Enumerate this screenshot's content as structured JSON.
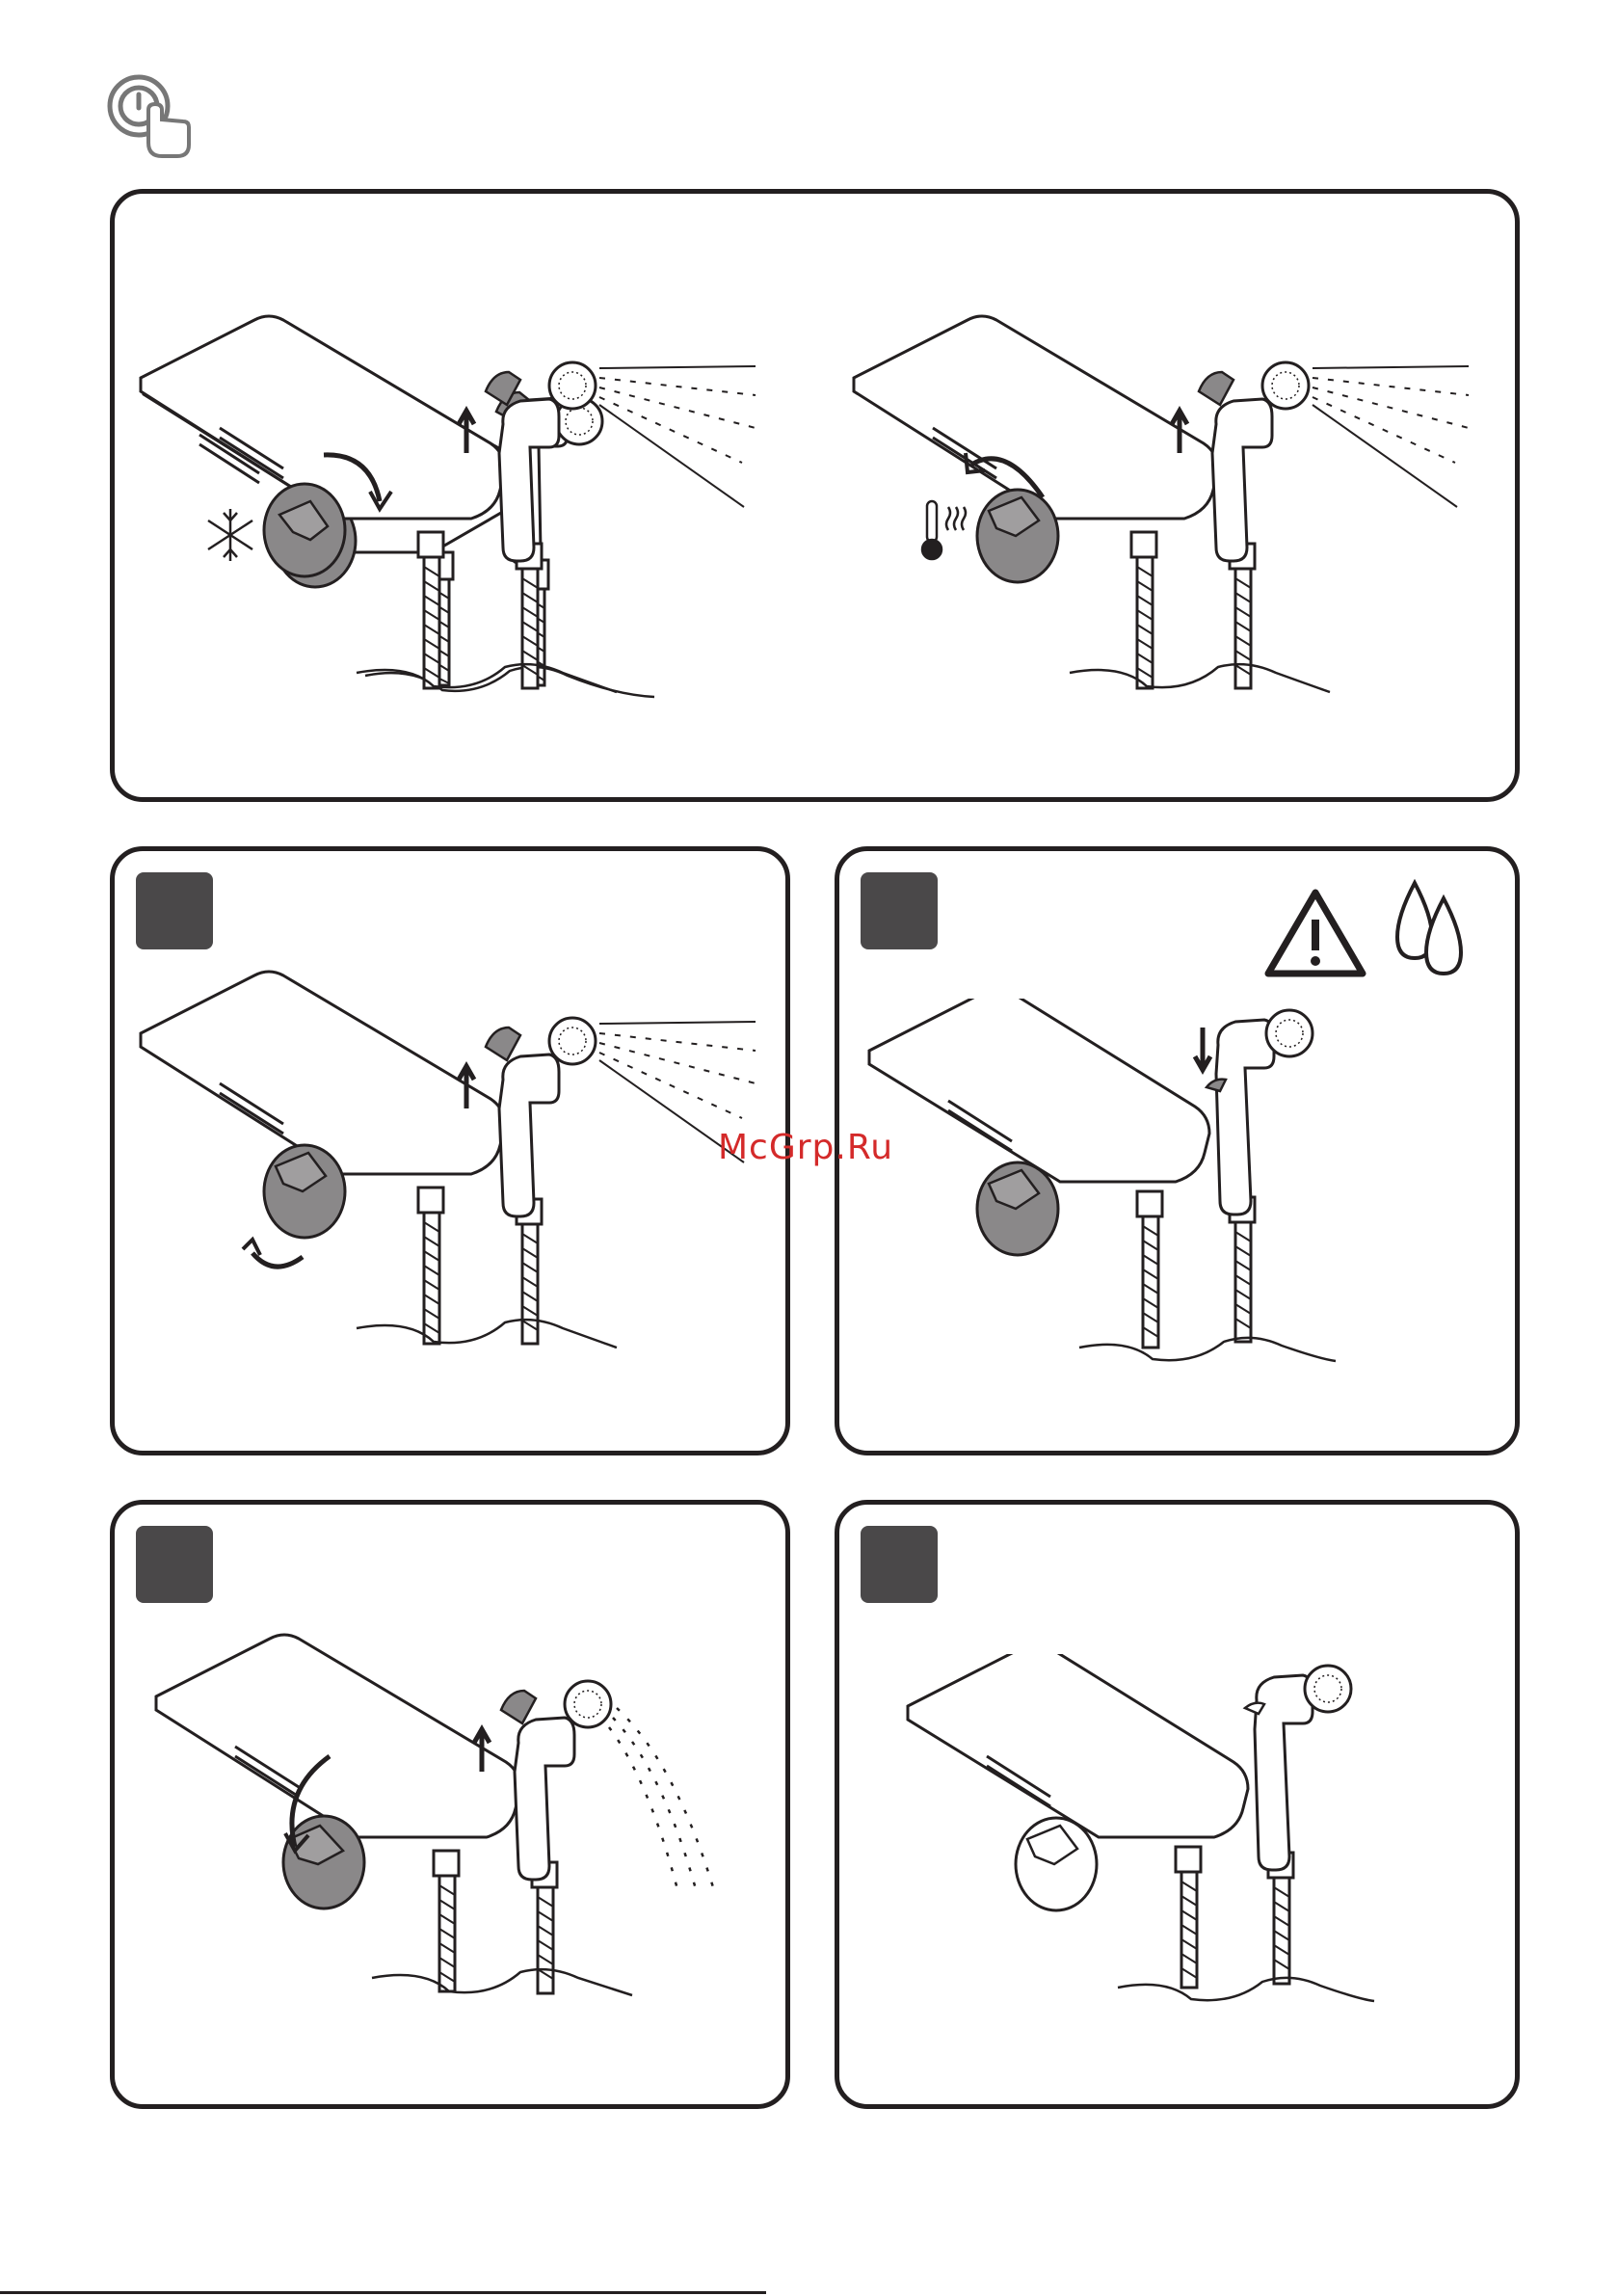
{
  "watermark": {
    "text": "McGrp.Ru",
    "color": "#d42a2a"
  },
  "colors": {
    "outline": "#231f20",
    "handle": "#8a8889",
    "badge": "#4a4849"
  },
  "header": {
    "icon": "touch-power-icon"
  },
  "panels": [
    {
      "id": "intro",
      "icons": [
        "snowflake-icon",
        "thermometer-icon"
      ]
    },
    {
      "id": "step-a",
      "icons": []
    },
    {
      "id": "step-b",
      "icons": [
        "warning-icon",
        "water-drops-icon"
      ]
    },
    {
      "id": "step-c",
      "icons": []
    },
    {
      "id": "step-d",
      "icons": []
    }
  ]
}
